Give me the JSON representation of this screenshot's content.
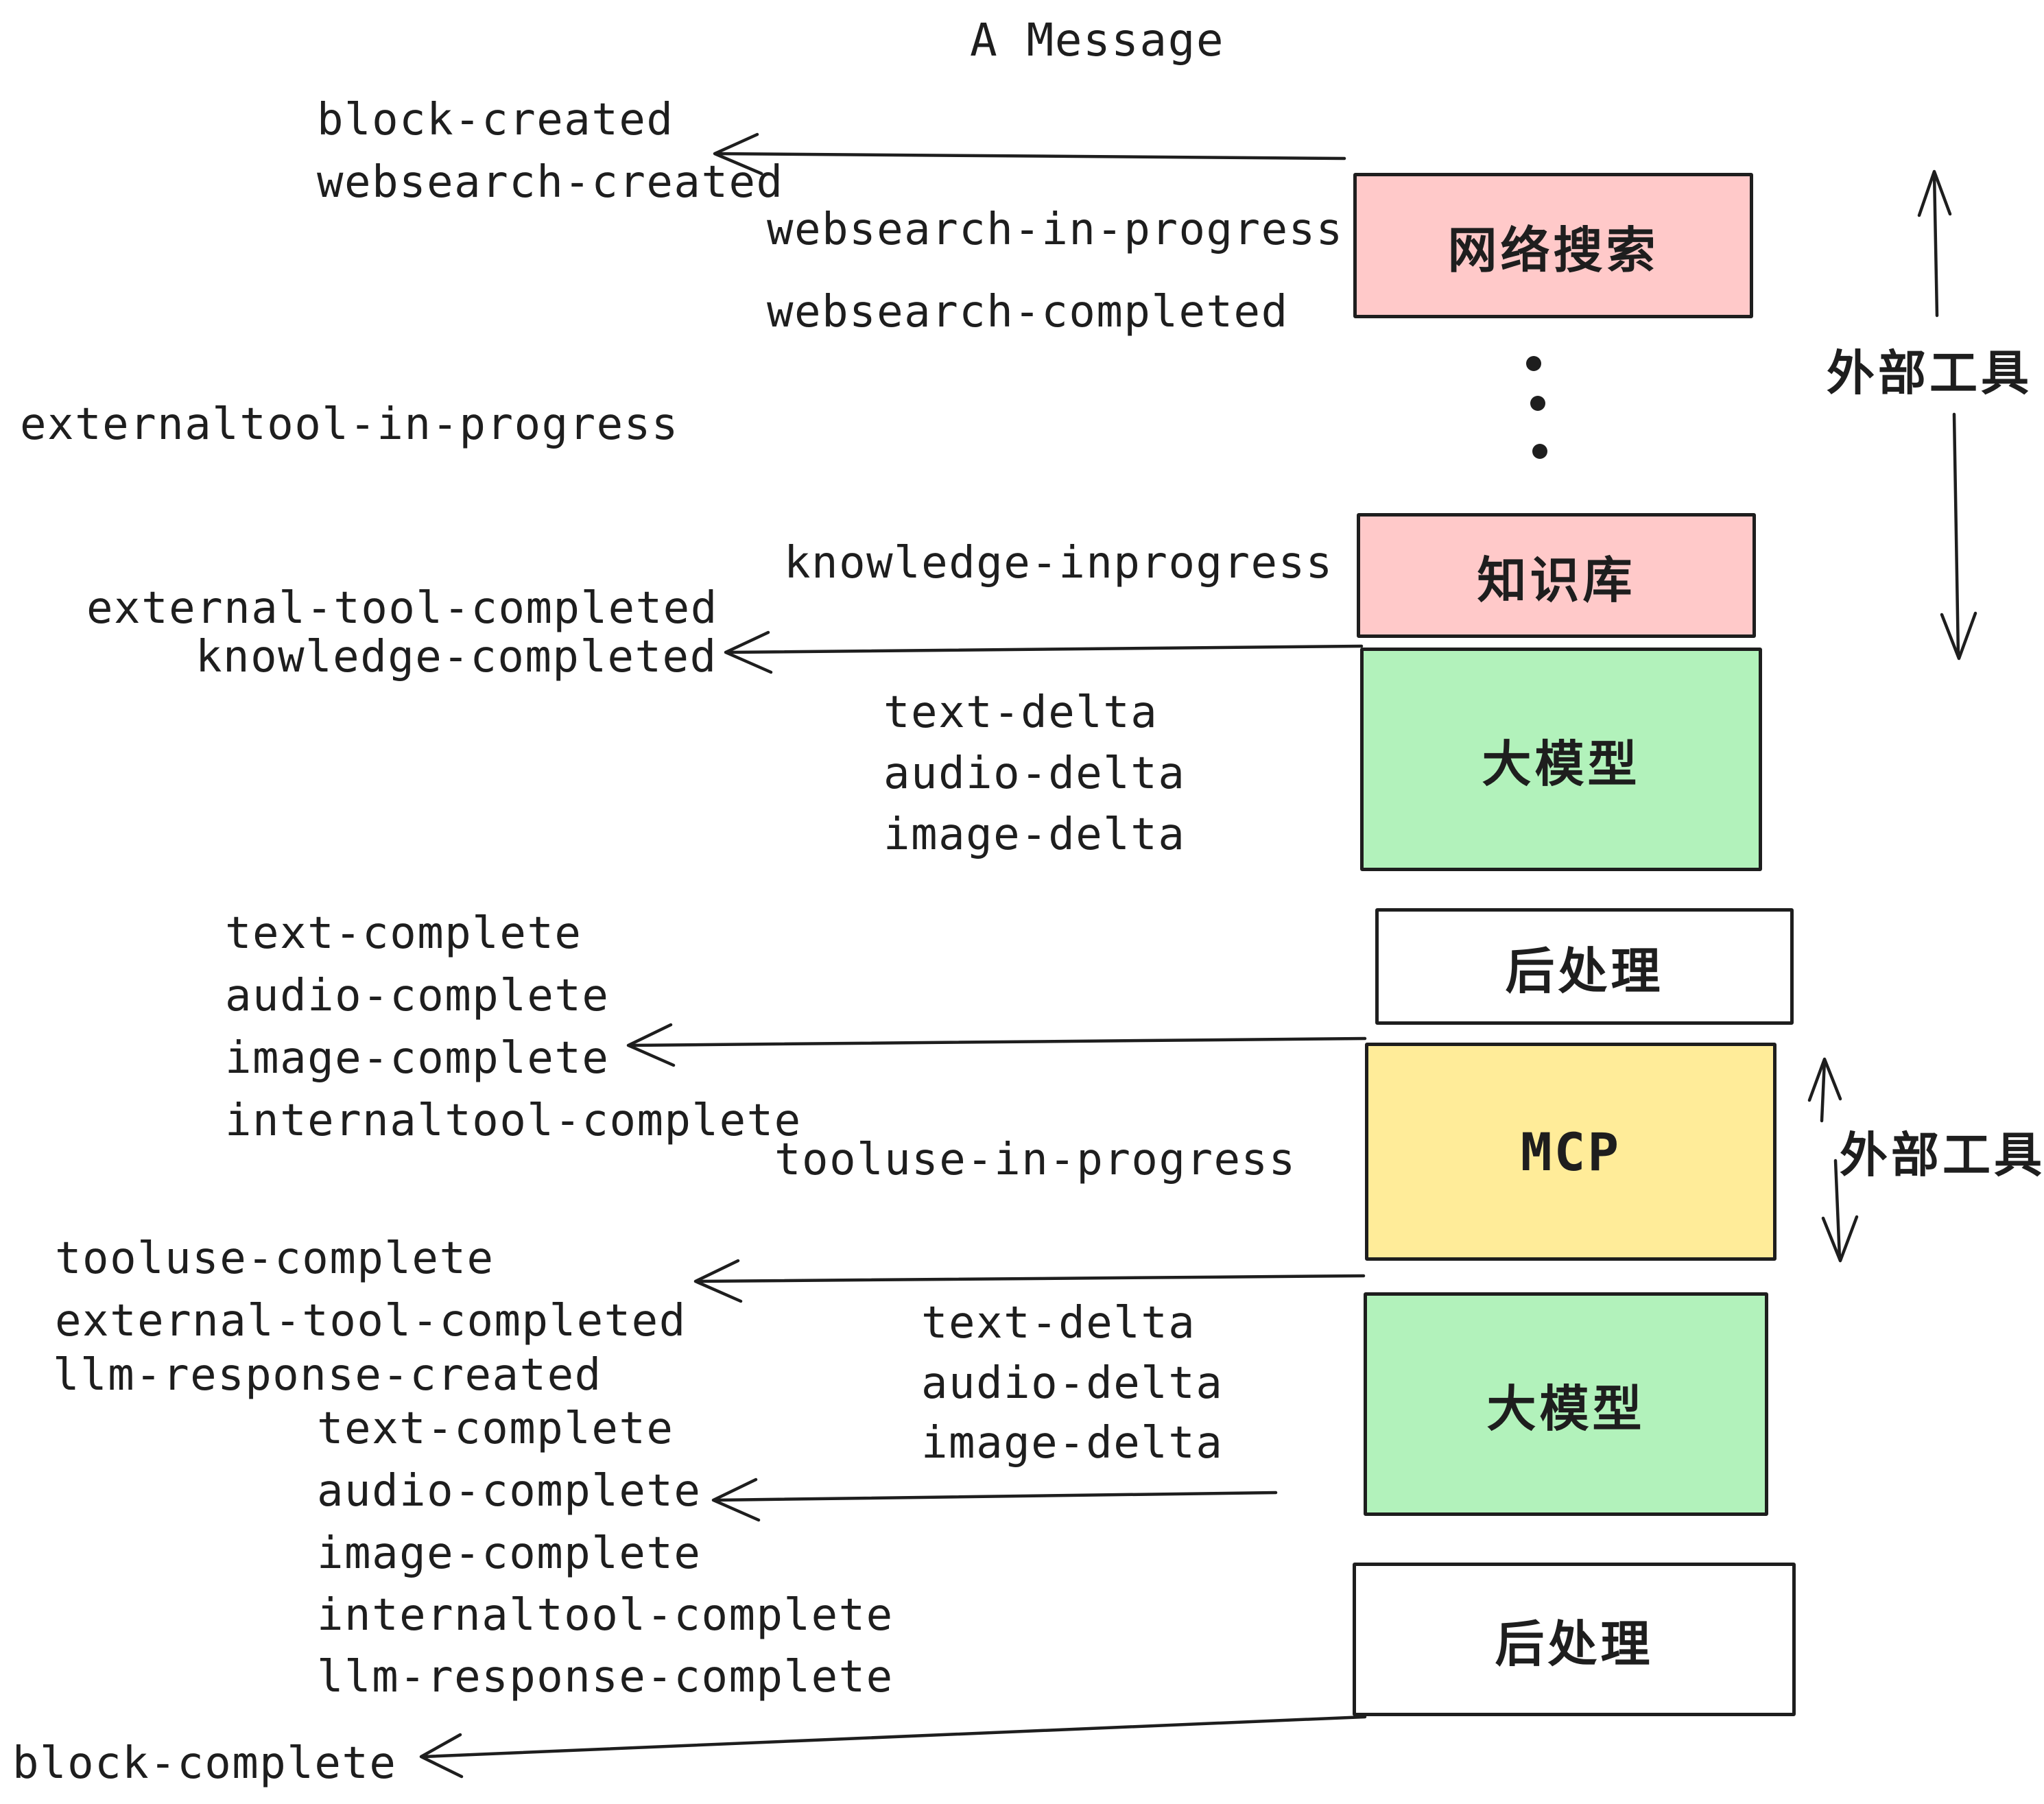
{
  "title": "A Message",
  "palette": {
    "pink": "#FFC9C9",
    "green": "#B2F2BB",
    "yellow": "#FFEC99",
    "white": "#FFFFFF",
    "ink": "#1E1E1E"
  },
  "boxes": {
    "websearch": {
      "label": "网络搜索",
      "color": "pink"
    },
    "knowledge": {
      "label": "知识库",
      "color": "pink"
    },
    "llm1": {
      "label": "大模型",
      "color": "green"
    },
    "post1": {
      "label": "后处理",
      "color": "white"
    },
    "mcp": {
      "label": "MCP",
      "color": "yellow"
    },
    "llm2": {
      "label": "大模型",
      "color": "green"
    },
    "post2": {
      "label": "后处理",
      "color": "white"
    }
  },
  "side_labels": {
    "external_tools_upper": "外部工具",
    "external_tools_mcp": "外部工具"
  },
  "events": {
    "block_created": "block-created",
    "websearch_created": "websearch-created",
    "websearch_in_progress": "websearch-in-progress",
    "websearch_completed": "websearch-completed",
    "externaltool_in_progress": "externaltool-in-progress",
    "knowledge_inprogress": "knowledge-inprogress",
    "external_tool_completed": "external-tool-completed",
    "knowledge_completed": "knowledge-completed",
    "text_delta": "text-delta",
    "audio_delta": "audio-delta",
    "image_delta": "image-delta",
    "text_complete": "text-complete",
    "audio_complete": "audio-complete",
    "image_complete": "image-complete",
    "internaltool_complete": "internaltool-complete",
    "tooluse_in_progress": "tooluse-in-progress",
    "tooluse_complete": "tooluse-complete",
    "llm_response_created": "llm-response-created",
    "llm_response_complete": "llm-response-complete",
    "block_complete": "block-complete"
  }
}
